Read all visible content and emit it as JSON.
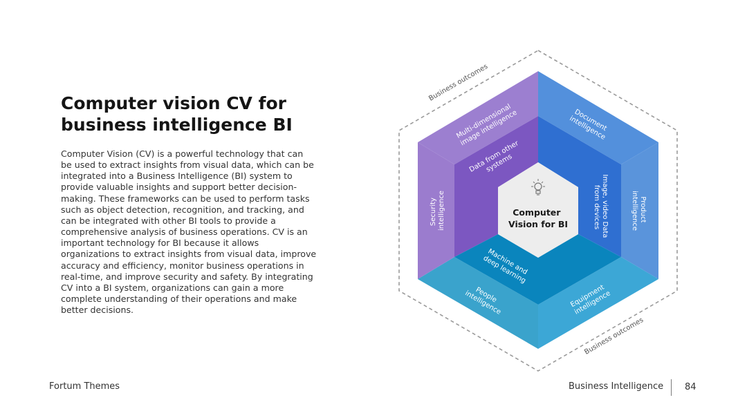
{
  "slide": {
    "title_lines": [
      "Computer vision CV for",
      "business intelligence BI"
    ],
    "body_lines": [
      "Computer Vision (CV) is a powerful technology that can",
      "be used to extract insights from visual data, which can be",
      "integrated into a Business Intelligence (BI) system to",
      "provide valuable insights and support better decision-",
      "making. These frameworks can be used to perform tasks",
      "such as object detection, recognition, and tracking, and",
      "can be integrated with other BI tools to provide a",
      "comprehensive analysis of business operations. CV is an",
      "important technology for BI because it allows",
      "organizations to extract insights from visual data, improve",
      "accuracy and efficiency, monitor business operations in",
      "real-time, and improve security and safety. By integrating",
      "CV into a BI system, organizations can gain a more",
      "complete understanding of their operations and make",
      "better decisions."
    ]
  },
  "diagram": {
    "center": {
      "lines": [
        "Computer",
        "Vision for BI"
      ],
      "icon": "lightbulb-icon"
    },
    "outer_segments": [
      {
        "lines": [
          "Multi-dimensional",
          "image intelligence"
        ],
        "color": "#9C7FD0"
      },
      {
        "lines": [
          "Document",
          "intelligence"
        ],
        "color": "#5390DC"
      },
      {
        "lines": [
          "Product",
          "intelligence"
        ],
        "color": "#5A94DB"
      },
      {
        "lines": [
          "Equipment",
          "intelligence"
        ],
        "color": "#3CA7D6"
      },
      {
        "lines": [
          "People",
          "intelligence"
        ],
        "color": "#3AA3CC"
      },
      {
        "lines": [
          "Security",
          "intelligence"
        ],
        "color": "#9B7CCE"
      }
    ],
    "inner_segments": [
      {
        "lines": [
          "Data from other",
          "systems"
        ],
        "color": "#7C57C1"
      },
      {
        "lines": [
          "Image, video Data",
          "from devices"
        ],
        "color": "#2F6FD1"
      },
      {
        "lines": [
          "Machine and",
          "deep learning"
        ],
        "color": "#0A85BD"
      }
    ],
    "outcomes": [
      "Business outcomes",
      "Business outcomes"
    ]
  },
  "footer": {
    "left": "Fortum Themes",
    "right": "Business Intelligence",
    "page": "84"
  }
}
